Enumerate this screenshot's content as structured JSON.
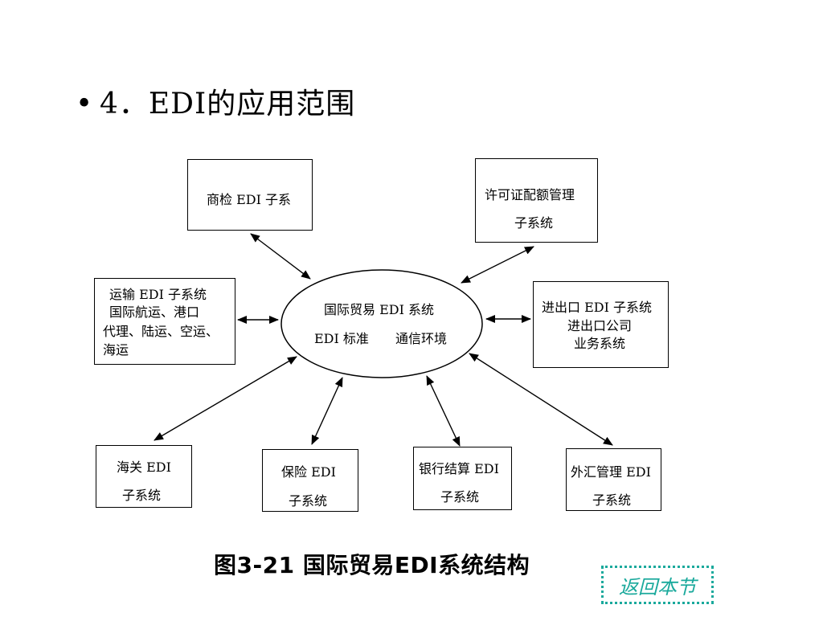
{
  "heading": {
    "bullet": "•",
    "text": "4．EDI的应用范围"
  },
  "diagram": {
    "center": {
      "line1": "国际贸易 EDI 系统",
      "line2a": "EDI 标准",
      "line2b": "通信环境"
    },
    "nodes": {
      "commodity_inspection": [
        "商检 EDI 子系"
      ],
      "license_quota": [
        "许可证配额管理",
        "子系统"
      ],
      "transport": [
        "运输 EDI 子系统",
        "国际航运、港口",
        "代理、陆运、空运、",
        "海运"
      ],
      "import_export": [
        "进出口 EDI 子系统",
        "进出口公司",
        "业务系统"
      ],
      "customs": [
        "海关 EDI",
        "子系统"
      ],
      "insurance": [
        "保险 EDI",
        "子系统"
      ],
      "bank_settlement": [
        "银行结算 EDI",
        "子系统"
      ],
      "forex": [
        "外汇管理 EDI",
        "子系统"
      ]
    }
  },
  "caption": "图3-21  国际贸易EDI系统结构",
  "back_button": "返回本节",
  "colors": {
    "accent": "#1aa99c",
    "line": "#000000"
  }
}
